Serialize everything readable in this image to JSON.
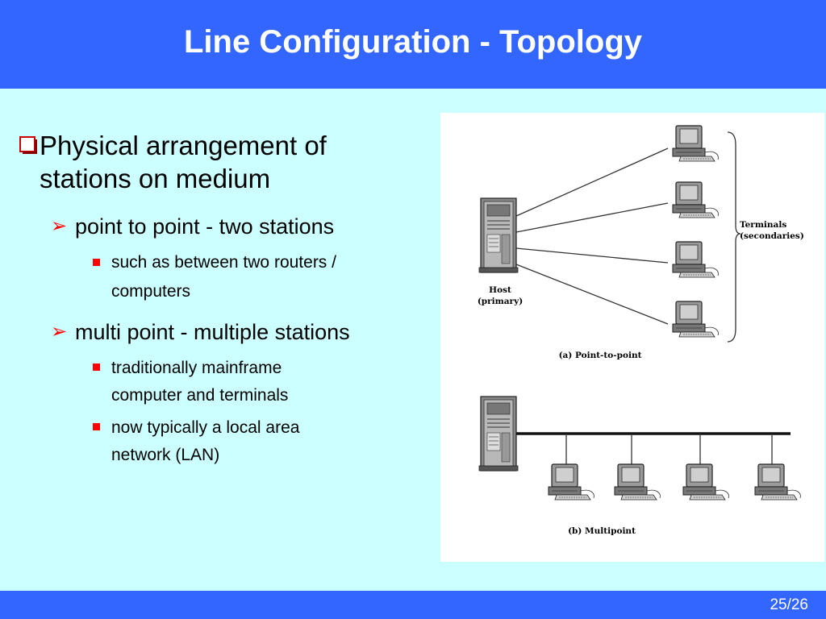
{
  "slide": {
    "title": "Line Configuration - Topology",
    "page_number": "25/26"
  },
  "bullets": {
    "main": {
      "line1": "Physical arrangement of",
      "line2": "stations on medium"
    },
    "point_to_point": {
      "label": "point to point - two stations",
      "details": [
        {
          "text": "such as between two routers /"
        },
        {
          "text": "computers"
        }
      ]
    },
    "multipoint": {
      "label": "multi point - multiple stations",
      "details": [
        {
          "line1": "traditionally mainframe",
          "line2": "computer and terminals"
        },
        {
          "line1": "now typically a local area",
          "line2": "network (LAN)"
        }
      ]
    }
  },
  "figure": {
    "point_to_point": {
      "host_label": "Host",
      "host_sublabel": "(primary)",
      "terminals_label": "Terminals",
      "terminals_sublabel": "(secondaries)",
      "caption": "(a) Point-to-point"
    },
    "multipoint": {
      "caption": "(b) Multipoint"
    }
  },
  "colors": {
    "header_bar": "#3366ff",
    "background": "#ccffff",
    "bullet_accent": "#ff0000"
  }
}
